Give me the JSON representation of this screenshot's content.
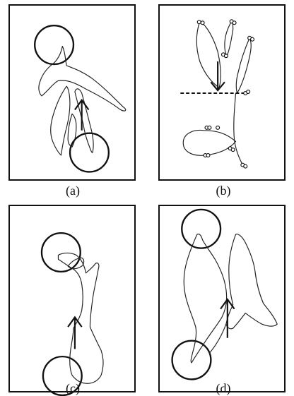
{
  "captions": {
    "a": "(a)",
    "b": "(b)",
    "c": "(c)",
    "d": "(d)"
  }
}
